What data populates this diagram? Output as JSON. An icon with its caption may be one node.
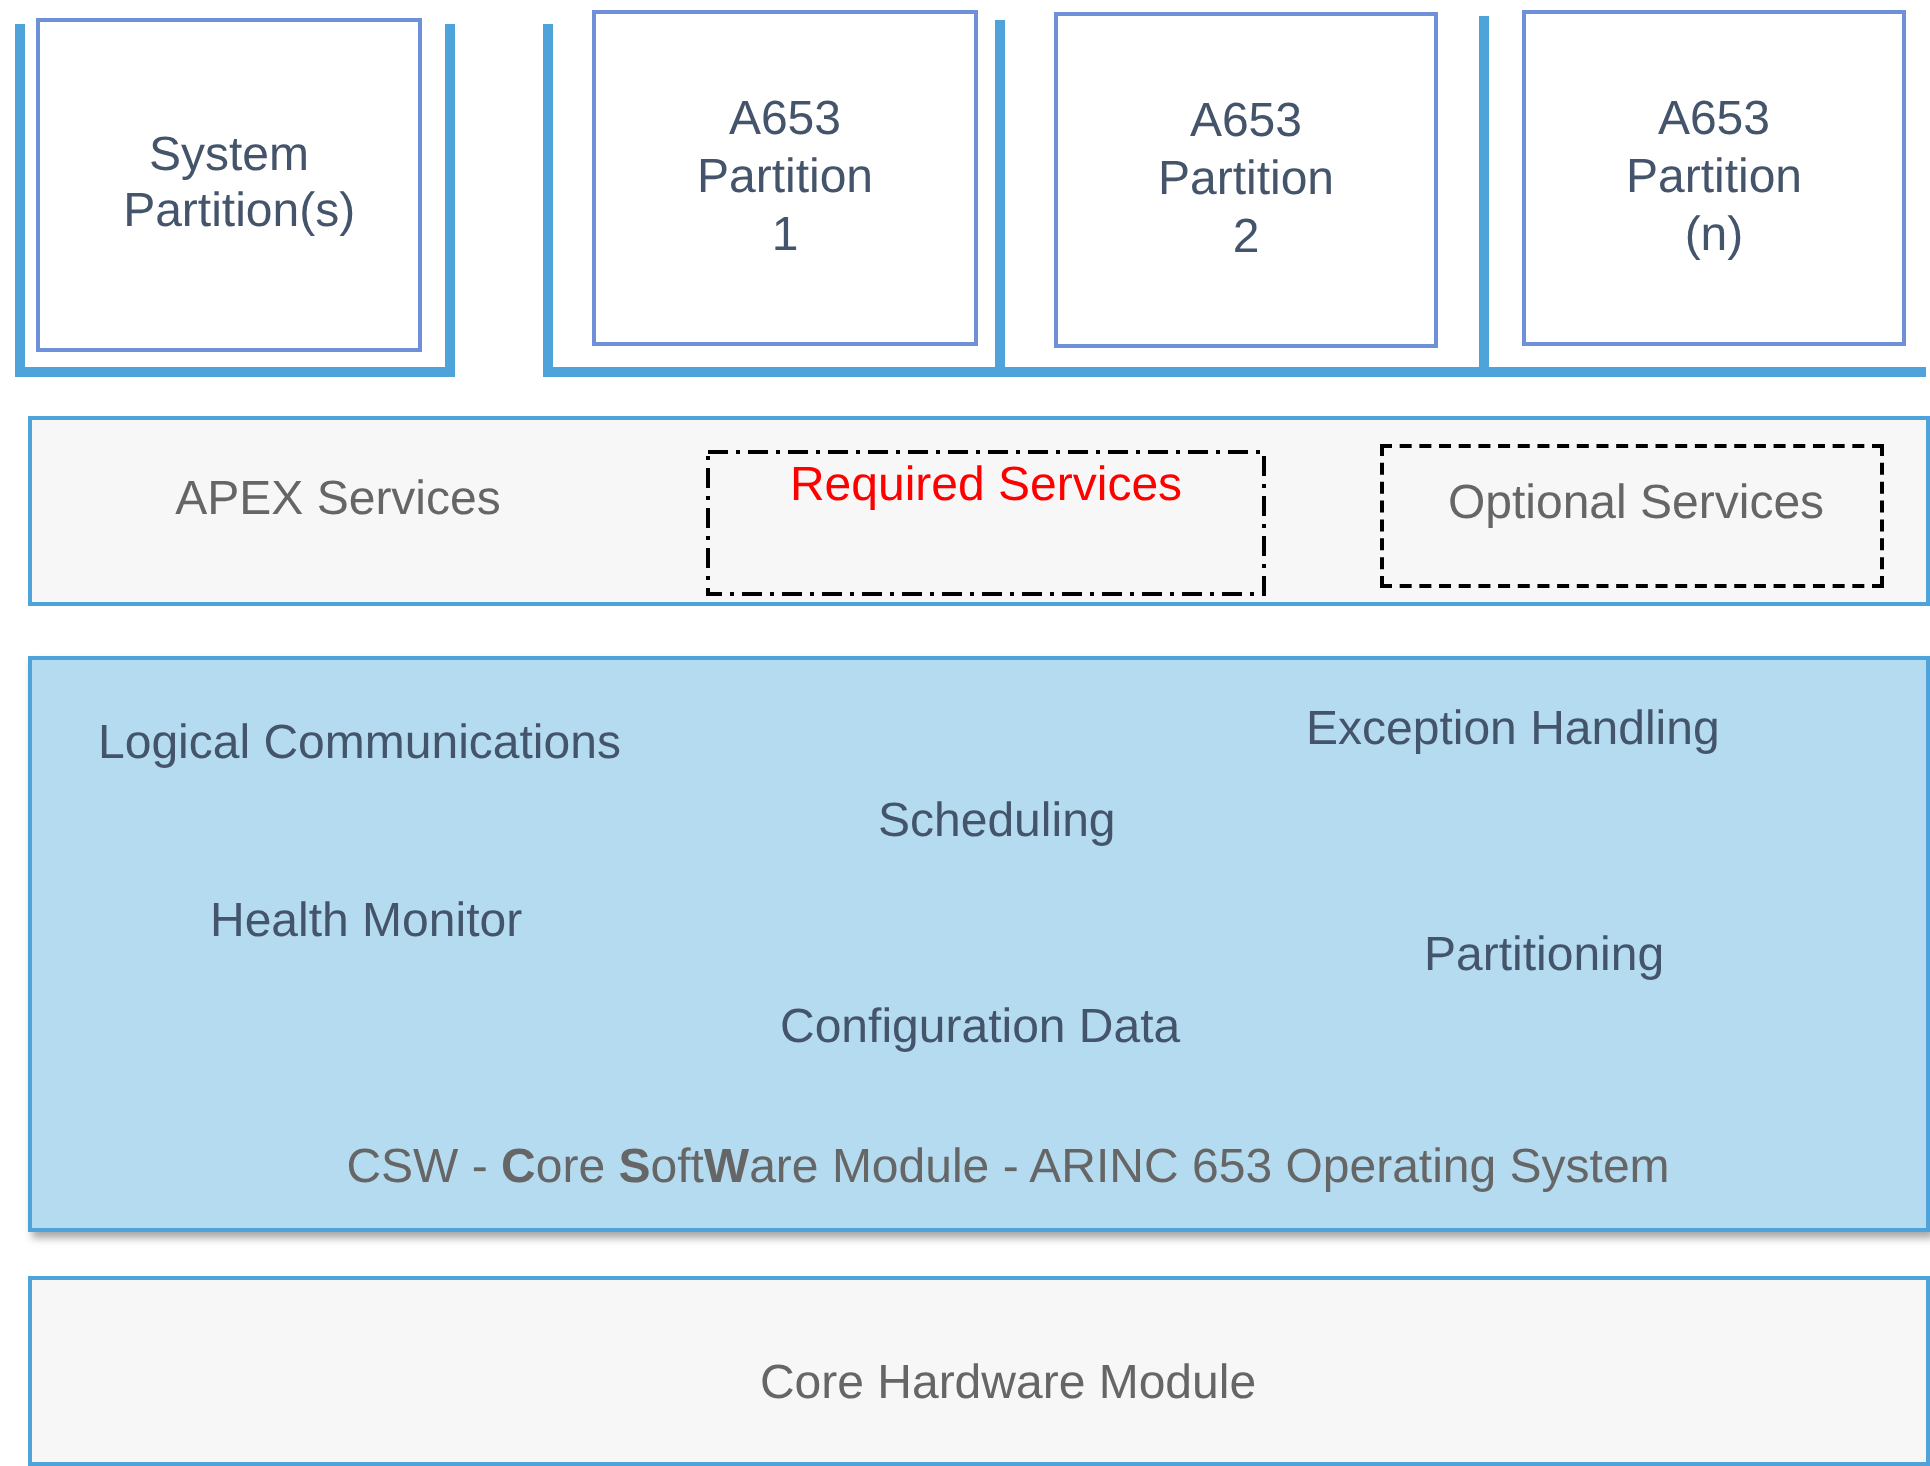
{
  "diagram": {
    "nodes": [
      {
        "text": [
          "System Partition(s)"
        ]
      },
      {
        "text": [
          "A653 Partition 1"
        ]
      },
      {
        "text": [
          "A653 Partition 2"
        ]
      },
      {
        "text": [
          "A653 Partition (n)"
        ]
      },
      {
        "text": [
          "APEX Services"
        ]
      },
      {
        "text": [
          "Required Services"
        ],
        "in": 4
      },
      {
        "text": [
          "Optional Services"
        ],
        "in": 4
      },
      {
        "text": [
          "Logical Communications",
          "Exception Handling",
          "Scheduling",
          "Health Monitor",
          "Partitioning",
          "Configuration Data",
          "CSW - **C**ore **S**oft**W**are Module - ARINC 653 Operating System"
        ]
      },
      {
        "text": [
          "Core Hardware Module"
        ]
      }
    ]
  }
}
